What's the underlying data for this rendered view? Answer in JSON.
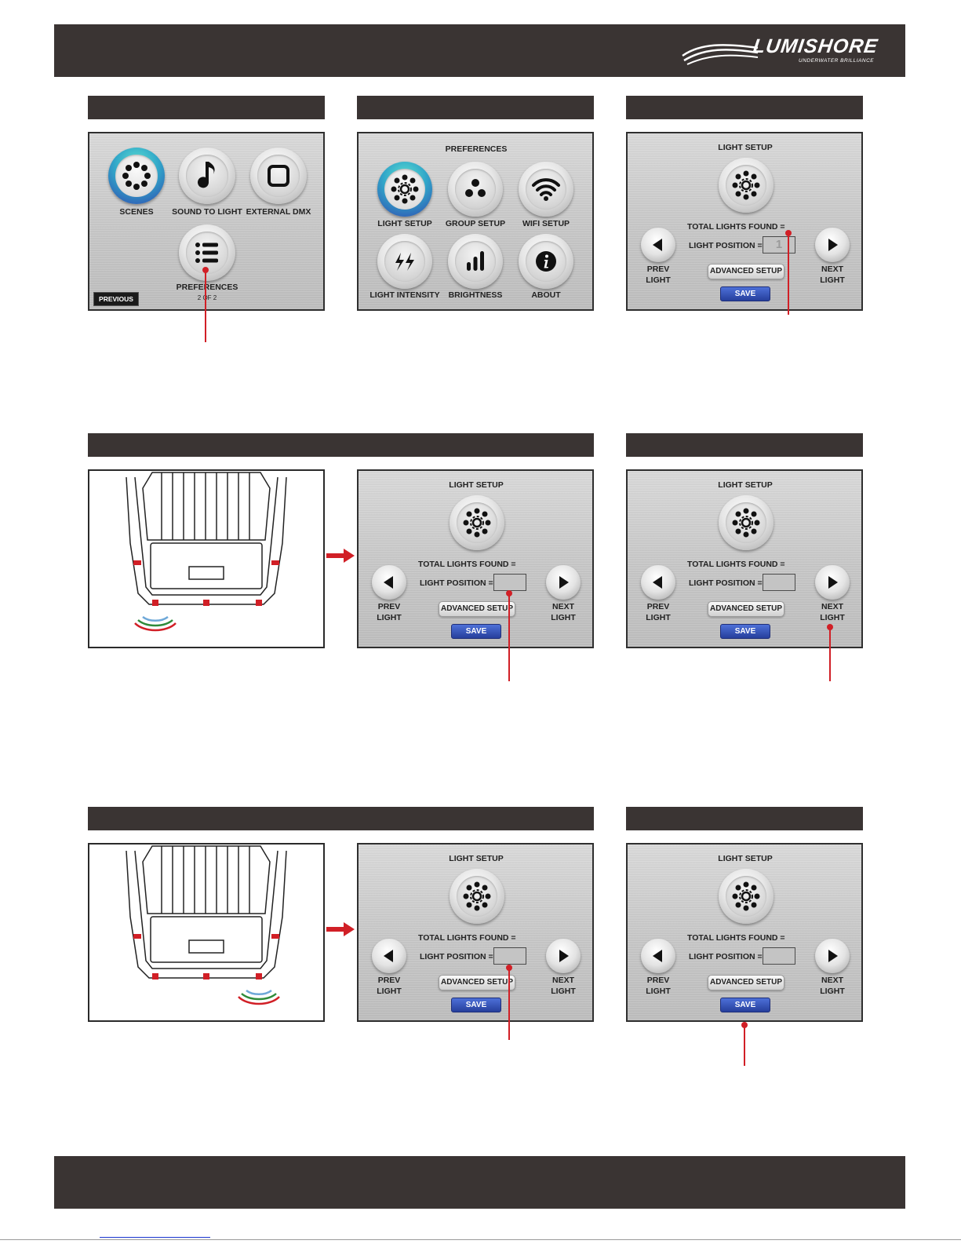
{
  "brand": {
    "name": "LUMISHORE",
    "tagline": "UNDERWATER BRILLIANCE"
  },
  "screen_home": {
    "items": [
      {
        "label": "SCENES",
        "icon": "scenes-icon"
      },
      {
        "label": "SOUND TO LIGHT",
        "icon": "music-note-icon"
      },
      {
        "label": "EXTERNAL DMX",
        "icon": "square-icon"
      },
      {
        "label": "PREFERENCES",
        "icon": "list-icon"
      }
    ],
    "page_indicator": "2 OF 2",
    "previous_label": "PREVIOUS"
  },
  "screen_preferences": {
    "title": "PREFERENCES",
    "items": [
      {
        "label": "LIGHT SETUP",
        "icon": "light-setup-icon"
      },
      {
        "label": "GROUP SETUP",
        "icon": "group-icon"
      },
      {
        "label": "WIFI SETUP",
        "icon": "wifi-icon"
      },
      {
        "label": "LIGHT INTENSITY",
        "icon": "lightning-icon"
      },
      {
        "label": "BRIGHTNESS",
        "icon": "bars-icon"
      },
      {
        "label": "ABOUT",
        "icon": "info-icon"
      }
    ]
  },
  "light_setup": {
    "title": "LIGHT SETUP",
    "total_found_label": "TOTAL LIGHTS FOUND =",
    "position_label": "LIGHT POSITION =",
    "position_value": "1",
    "prev_label": "PREV\nLIGHT",
    "next_label": "NEXT\nLIGHT",
    "advanced_label": "ADVANCED SETUP",
    "save_label": "SAVE"
  },
  "colors": {
    "bar": "#3a3433",
    "accent_red": "#d11f26",
    "save_blue": "#2f4db0"
  }
}
